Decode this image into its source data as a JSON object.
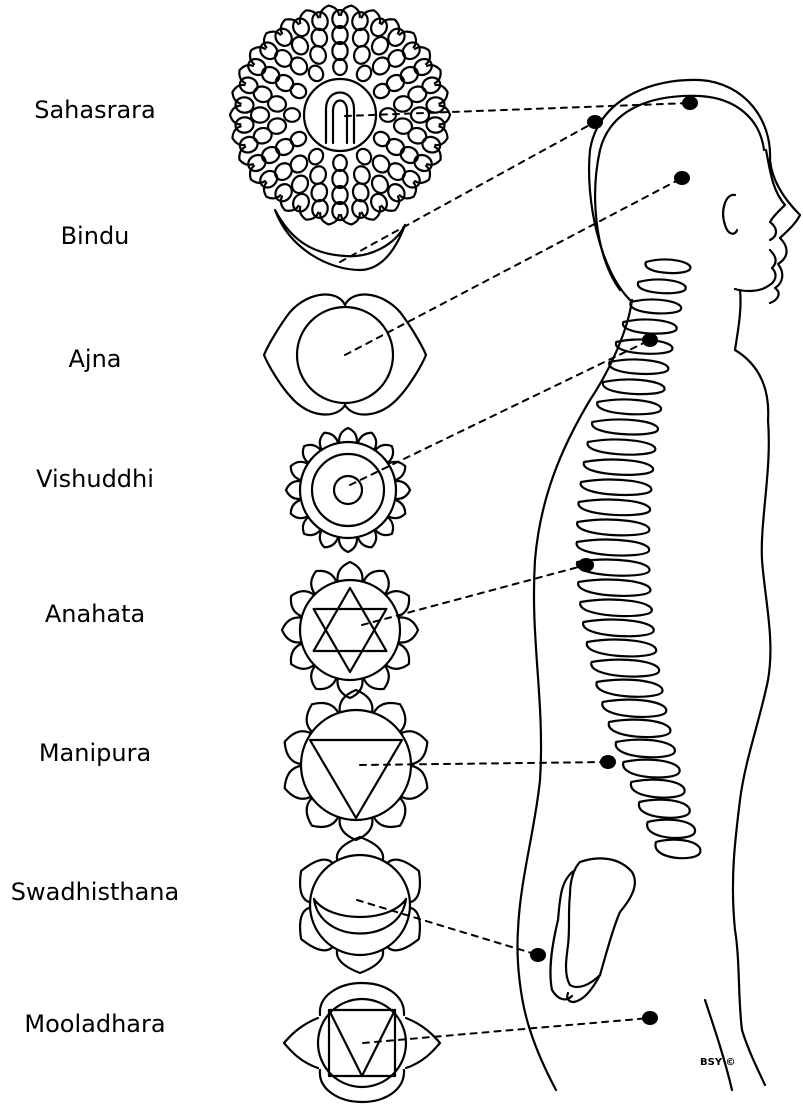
{
  "chakras": [
    {
      "id": "sahasrara",
      "label": "Sahasrara",
      "symbol": "thousand-petal-lotus-with-lingam"
    },
    {
      "id": "bindu",
      "label": "Bindu",
      "symbol": "crescent-moon"
    },
    {
      "id": "ajna",
      "label": "Ajna",
      "symbol": "two-petal-lotus"
    },
    {
      "id": "vishuddhi",
      "label": "Vishuddhi",
      "symbol": "sixteen-petal-lotus-with-circle"
    },
    {
      "id": "anahata",
      "label": "Anahata",
      "symbol": "twelve-petal-lotus-with-hexagram"
    },
    {
      "id": "manipura",
      "label": "Manipura",
      "symbol": "ten-petal-lotus-with-inverted-triangle"
    },
    {
      "id": "swadhisthana",
      "label": "Swadhisthana",
      "symbol": "six-petal-lotus-with-crescent"
    },
    {
      "id": "mooladhara",
      "label": "Mooladhara",
      "symbol": "four-petal-lotus-with-square-and-triangle"
    }
  ],
  "credit": "BSY ©",
  "colors": {
    "ink": "#000000",
    "paper": "#ffffff"
  }
}
